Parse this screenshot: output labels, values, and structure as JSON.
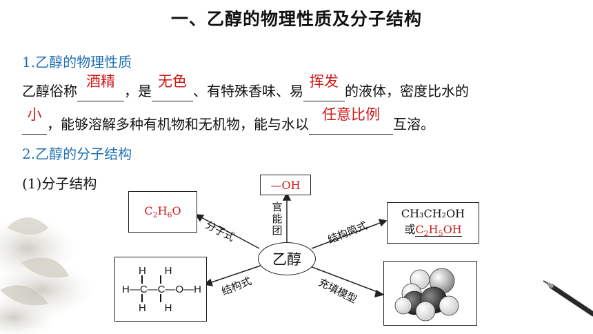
{
  "title": "一、乙醇的物理性质及分子结构",
  "section1": {
    "heading": "1.乙醇的物理性质"
  },
  "para": {
    "p1": "乙醇俗称",
    "blank_alias": "酒精",
    "p2": "，是",
    "blank_color": "无色",
    "p3": "、有特殊香味、易",
    "blank_volatile": "挥发",
    "p4": "的液体，密度比水的",
    "blank_density": "小",
    "p5": "，能够溶解多种有机物和无机物，能与水以",
    "blank_ratio": "任意比例",
    "p6": "互溶。"
  },
  "section2": {
    "heading": "2.乙醇的分子结构",
    "sub": "(1)分子结构"
  },
  "diagram": {
    "center": "乙醇",
    "functional_group": "—OH",
    "functional_label": [
      "官",
      "能",
      "团"
    ],
    "molecular_formula": {
      "c": "C",
      "c_n": "2",
      "h": "H",
      "h_n": "6",
      "o": "O"
    },
    "molecular_label": "分子式",
    "structural_label": "结构式",
    "structural_formula": {
      "row1": "H    H",
      "row2": "H—C—C—O—H",
      "row3": "H    H"
    },
    "simple_label": "结构简式",
    "simple_formula_1": "CH₃CH₂OH",
    "simple_prefix": "或",
    "simple_formula_2": {
      "c": "C",
      "c_n": "2",
      "h": "H",
      "h_n": "5",
      "oh": "OH"
    },
    "model_label": "充填模型"
  }
}
